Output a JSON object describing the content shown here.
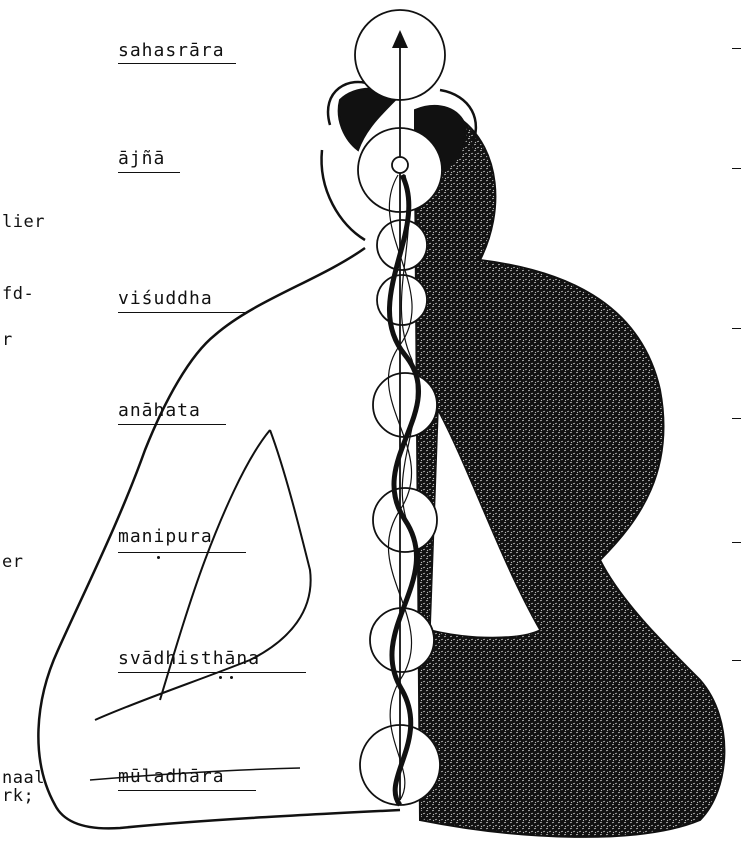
{
  "left_margin_text": {
    "line_1": "lier",
    "line_2": "fd-",
    "line_3": "r",
    "line_4": "er",
    "line_5": "naal",
    "line_6": "rk;"
  },
  "chakras": [
    {
      "label": "sahasrāra"
    },
    {
      "label": "ājñā"
    },
    {
      "label": "viśuddha"
    },
    {
      "label": "anāhata"
    },
    {
      "label": "manipura"
    },
    {
      "label": "svādhisthāna"
    },
    {
      "label": "mūladhāra"
    }
  ],
  "colors": {
    "ink": "#111111",
    "paper": "#ffffff"
  }
}
